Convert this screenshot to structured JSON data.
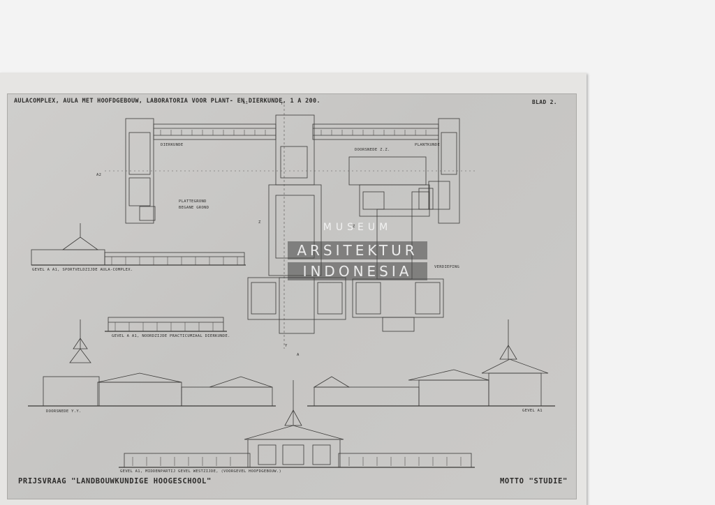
{
  "document": {
    "title": "AULACOMPLEX, AULA MET HOOFDGEBOUW, LABORATORIA VOOR PLANT- EN DIERKUNDE, 1 A 200.",
    "sheet_number": "BLAD 2.",
    "footer_left": "PRIJSVRAAG \"LANDBOUWKUNDIGE HOOGESCHOOL\"",
    "footer_right": "MOTTO \"STUDIE\""
  },
  "plan_labels": {
    "dierkunde": "DIERKUNDE",
    "plantkunde": "PLANTKUNDE",
    "doorsnede_zz": "DOORSNEDE Z.Z.",
    "plattegrond": "PLATTEGROND",
    "begane_grond": "BEGANE GROND",
    "verdieping": "VERDIEPING",
    "a1": "A1",
    "a2": "A2",
    "a_lower": "A",
    "y_top": "Y",
    "y_bottom": "Y",
    "z_left": "Z",
    "z_right": "Z"
  },
  "elevation_labels": {
    "gevel_sportveld": "GEVEL A A1, SPORTVELDZIJDE AULA-COMPLEX.",
    "gevel_noordzijde": "GEVEL A A1, NOORDZIJDE PRACTICUMZAAL DIERKUNDE.",
    "doorsnede_yy": "DOORSNEDE Y.Y.",
    "gevel_a1": "GEVEL A1",
    "gevel_westzijde": "GEVEL A1, MIDDENPARTIJ GEVEL WESTZIJDE, (VOORGEVEL HOOFDGEBOUW.)"
  },
  "watermark": {
    "line1": "MUSEUM",
    "line2": "ARSITEKTUR",
    "line3": "INDONESIA"
  }
}
